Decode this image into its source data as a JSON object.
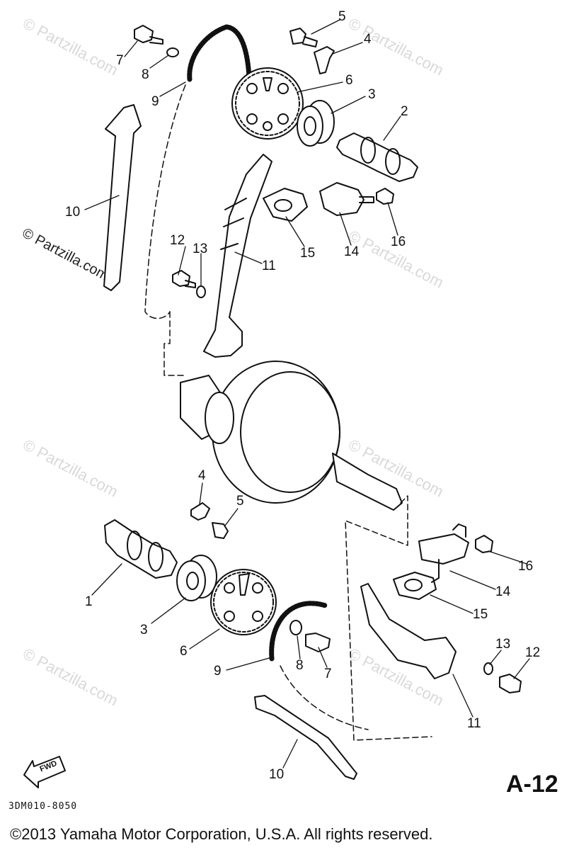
{
  "watermark": "© Partzilla.com",
  "callouts": [
    {
      "id": "c5a",
      "text": "5"
    },
    {
      "id": "c4a",
      "text": "4"
    },
    {
      "id": "c7a",
      "text": "7"
    },
    {
      "id": "c8a",
      "text": "8"
    },
    {
      "id": "c9a",
      "text": "9"
    },
    {
      "id": "c6a",
      "text": "6"
    },
    {
      "id": "c3a",
      "text": "3"
    },
    {
      "id": "c2",
      "text": "2"
    },
    {
      "id": "c10a",
      "text": "10"
    },
    {
      "id": "c12a",
      "text": "12"
    },
    {
      "id": "c13a",
      "text": "13"
    },
    {
      "id": "c11a",
      "text": "11"
    },
    {
      "id": "c15a",
      "text": "15"
    },
    {
      "id": "c14a",
      "text": "14"
    },
    {
      "id": "c16a",
      "text": "16"
    },
    {
      "id": "c4b",
      "text": "4"
    },
    {
      "id": "c5b",
      "text": "5"
    },
    {
      "id": "c1",
      "text": "1"
    },
    {
      "id": "c3b",
      "text": "3"
    },
    {
      "id": "c6b",
      "text": "6"
    },
    {
      "id": "c9b",
      "text": "9"
    },
    {
      "id": "c8b",
      "text": "8"
    },
    {
      "id": "c7b",
      "text": "7"
    },
    {
      "id": "c16b",
      "text": "16"
    },
    {
      "id": "c14b",
      "text": "14"
    },
    {
      "id": "c15b",
      "text": "15"
    },
    {
      "id": "c13b",
      "text": "13"
    },
    {
      "id": "c12b",
      "text": "12"
    },
    {
      "id": "c11b",
      "text": "11"
    },
    {
      "id": "c10b",
      "text": "10"
    }
  ],
  "fwd_label": "FWD",
  "page_code": "A-12",
  "diagram_code": "3DM010-8050",
  "copyright": "©2013 Yamaha Motor Corporation, U.S.A. All rights reserved.",
  "colors": {
    "ink": "#111111",
    "watermark": "#d9d9d9"
  }
}
